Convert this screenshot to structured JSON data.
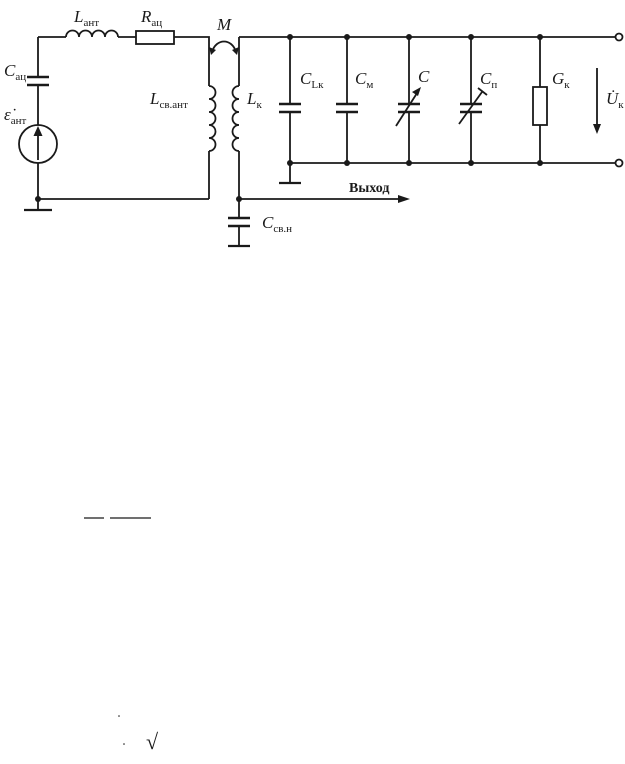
{
  "schematic": {
    "antenna_circuit": {
      "inductor": {
        "symbol": "L",
        "subscript": "ант"
      },
      "resistor": {
        "symbol": "R",
        "subscript": "ац"
      },
      "capacitor": {
        "symbol": "C",
        "subscript": "ац"
      },
      "source": {
        "symbol": "ε̇",
        "subscript": "ант"
      },
      "coupling_coil": {
        "symbol": "L",
        "subscript": "св.ант"
      }
    },
    "mutual_inductance": {
      "symbol": "M"
    },
    "tank_circuit": {
      "coil": {
        "symbol": "L",
        "subscript": "к"
      },
      "coil_capacitance": {
        "symbol": "C",
        "subscript": "Lк"
      },
      "mounting_capacitance": {
        "symbol": "C",
        "subscript": "м"
      },
      "tuning_capacitor": {
        "symbol": "C",
        "subscript": ""
      },
      "trimmer_capacitor": {
        "symbol": "C",
        "subscript": "п"
      },
      "conductance": {
        "symbol": "G",
        "subscript": "к"
      },
      "voltage": {
        "symbol": "U̇",
        "subscript": "к"
      }
    },
    "output": {
      "label": "Выход"
    },
    "coupling_capacitor": {
      "symbol": "C",
      "subscript": "св.н"
    }
  },
  "fragments": {
    "radical": "√"
  }
}
